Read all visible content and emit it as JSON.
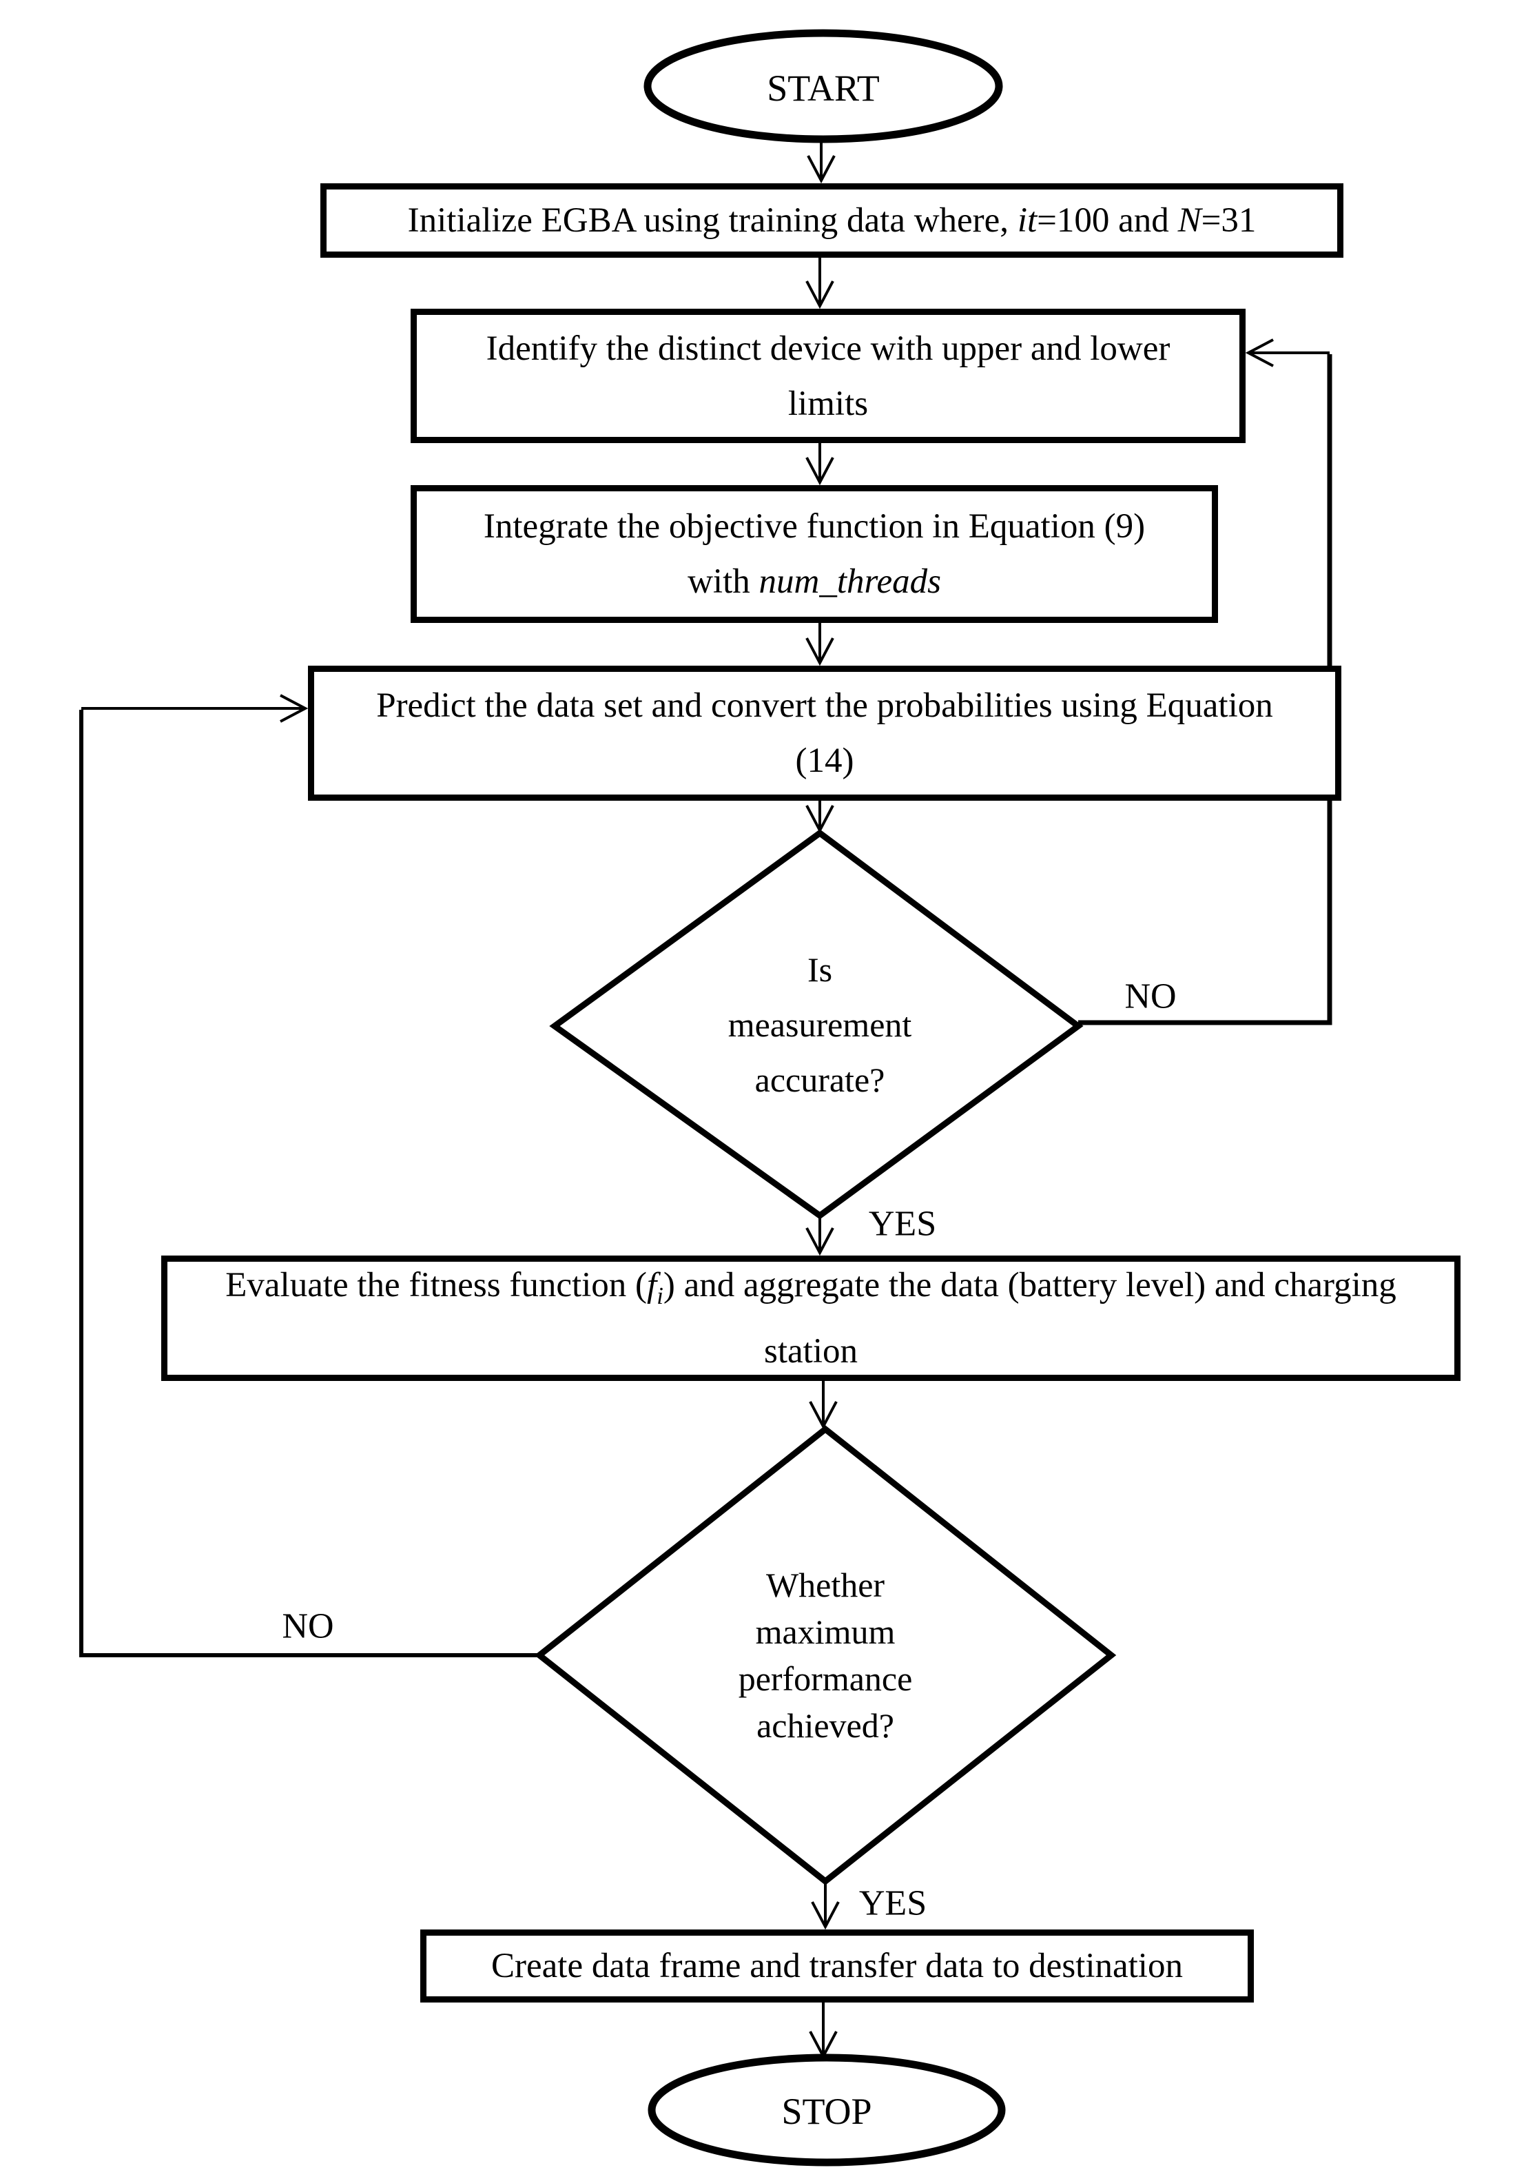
{
  "figure": {
    "type": "flowchart",
    "colors": {
      "line": "#000000",
      "fill": "#ffffff",
      "text": "#000000"
    },
    "nodes": {
      "start": {
        "label": "START"
      },
      "initialize": {
        "lines": [
          [
            {
              "t": "Initialize EGBA using training data where, "
            },
            {
              "t": "it",
              "i": true
            },
            {
              "t": "=100 and "
            },
            {
              "t": "N",
              "i": true
            },
            {
              "t": "=31"
            }
          ]
        ]
      },
      "identify": {
        "lines": [
          [
            {
              "t": "Identify the distinct device with upper and lower"
            }
          ],
          [
            {
              "t": "limits"
            }
          ]
        ]
      },
      "integrate": {
        "lines": [
          [
            {
              "t": "Integrate the objective function in Equation (9)"
            }
          ],
          [
            {
              "t": "with "
            },
            {
              "t": "num_threads",
              "i": true
            }
          ]
        ]
      },
      "predict": {
        "lines": [
          [
            {
              "t": "Predict the data set and convert the probabilities using Equation"
            }
          ],
          [
            {
              "t": "(14)"
            }
          ]
        ]
      },
      "measurement_decision": {
        "lines": [
          [
            {
              "t": "Is"
            }
          ],
          [
            {
              "t": "measurement"
            }
          ],
          [
            {
              "t": "accurate?"
            }
          ]
        ]
      },
      "evaluate": {
        "lines": [
          [
            {
              "t": "Evaluate the fitness function ("
            },
            {
              "t": "f",
              "i": true
            },
            {
              "t": "i",
              "i": true,
              "sub": true
            },
            {
              "t": ") and aggregate the data (battery level) and charging"
            }
          ],
          [
            {
              "t": "station"
            }
          ]
        ]
      },
      "performance_decision": {
        "lines": [
          [
            {
              "t": "Whether"
            }
          ],
          [
            {
              "t": "maximum"
            }
          ],
          [
            {
              "t": "performance"
            }
          ],
          [
            {
              "t": "achieved?"
            }
          ]
        ]
      },
      "create_frame": {
        "lines": [
          [
            {
              "t": "Create data frame and transfer data to destination"
            }
          ]
        ]
      },
      "stop": {
        "label": "STOP"
      }
    },
    "edge_labels": {
      "measurement_no": "NO",
      "measurement_yes": "YES",
      "performance_no": "NO",
      "performance_yes": "YES"
    }
  }
}
